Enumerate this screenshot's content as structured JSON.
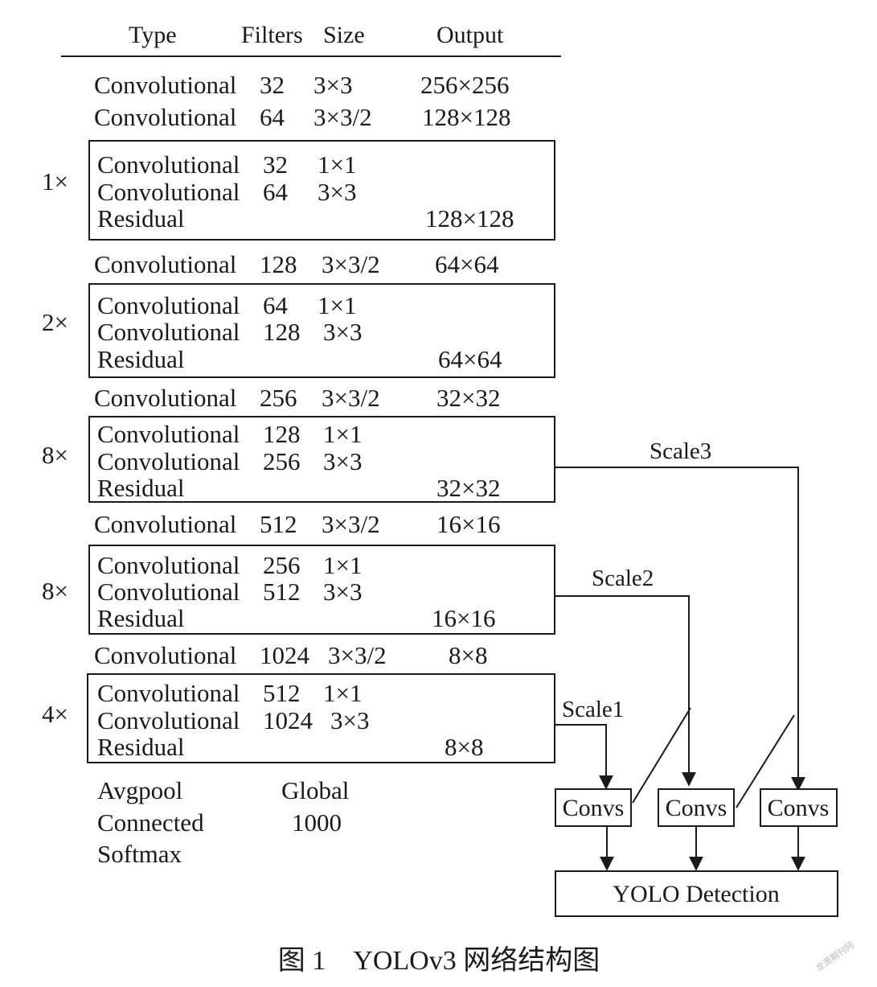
{
  "headers": {
    "type": "Type",
    "filters": "Filters",
    "size": "Size",
    "output": "Output"
  },
  "rows": {
    "r0": {
      "type": "Convolutional",
      "filters": "32",
      "size": "3×3",
      "output": "256×256"
    },
    "r1": {
      "type": "Convolutional",
      "filters": "64",
      "size": "3×3/2",
      "output": "128×128"
    },
    "b1a": {
      "type": "Convolutional",
      "filters": "32",
      "size": "1×1",
      "output": ""
    },
    "b1b": {
      "type": "Convolutional",
      "filters": "64",
      "size": "3×3",
      "output": ""
    },
    "b1c": {
      "type": "Residual",
      "filters": "",
      "size": "",
      "output": "128×128"
    },
    "r2": {
      "type": "Convolutional",
      "filters": "128",
      "size": "3×3/2",
      "output": "64×64"
    },
    "b2a": {
      "type": "Convolutional",
      "filters": "64",
      "size": "1×1",
      "output": ""
    },
    "b2b": {
      "type": "Convolutional",
      "filters": "128",
      "size": "3×3",
      "output": ""
    },
    "b2c": {
      "type": "Residual",
      "filters": "",
      "size": "",
      "output": "64×64"
    },
    "r3": {
      "type": "Convolutional",
      "filters": "256",
      "size": "3×3/2",
      "output": "32×32"
    },
    "b3a": {
      "type": "Convolutional",
      "filters": "128",
      "size": "1×1",
      "output": ""
    },
    "b3b": {
      "type": "Convolutional",
      "filters": "256",
      "size": "3×3",
      "output": ""
    },
    "b3c": {
      "type": "Residual",
      "filters": "",
      "size": "",
      "output": "32×32"
    },
    "r4": {
      "type": "Convolutional",
      "filters": "512",
      "size": "3×3/2",
      "output": "16×16"
    },
    "b4a": {
      "type": "Convolutional",
      "filters": "256",
      "size": "1×1",
      "output": ""
    },
    "b4b": {
      "type": "Convolutional",
      "filters": "512",
      "size": "3×3",
      "output": ""
    },
    "b4c": {
      "type": "Residual",
      "filters": "",
      "size": "",
      "output": "16×16"
    },
    "r5": {
      "type": "Convolutional",
      "filters": "1024",
      "size": "3×3/2",
      "output": "8×8"
    },
    "b5a": {
      "type": "Convolutional",
      "filters": "512",
      "size": "1×1",
      "output": ""
    },
    "b5b": {
      "type": "Convolutional",
      "filters": "1024",
      "size": "3×3",
      "output": ""
    },
    "b5c": {
      "type": "Residual",
      "filters": "",
      "size": "",
      "output": "8×8"
    }
  },
  "repeats": {
    "b1": "1×",
    "b2": "2×",
    "b3": "8×",
    "b4": "8×",
    "b5": "4×"
  },
  "tail": {
    "avgpool": "Avgpool",
    "avgpool_val": "Global",
    "connected": "Connected",
    "connected_val": "1000",
    "softmax": "Softmax"
  },
  "scales": {
    "s1": "Scale1",
    "s2": "Scale2",
    "s3": "Scale3"
  },
  "convs": {
    "c1": "Convs",
    "c2": "Convs",
    "c3": "Convs"
  },
  "detection": "YOLO Detection",
  "caption": "图 1　YOLOv3 网络结构图",
  "watermark": "龙源期刊网"
}
